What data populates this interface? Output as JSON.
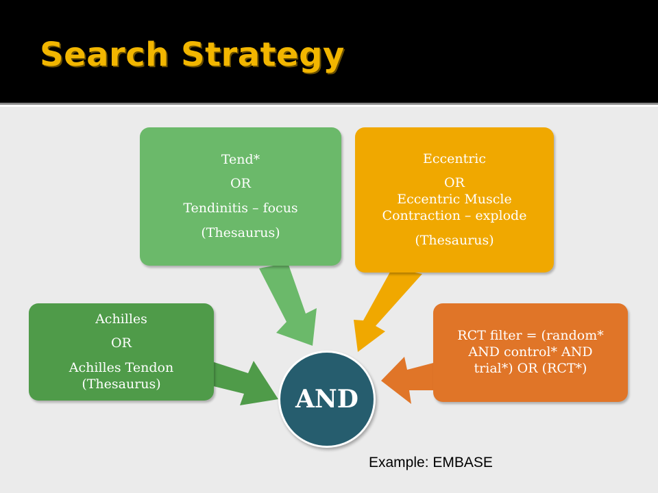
{
  "slide": {
    "title": "Search Strategy",
    "footnote": "Example: EMBASE"
  },
  "diagram": {
    "center_label": "AND",
    "nodes": [
      {
        "id": "achilles",
        "lines": [
          "Achilles",
          "OR",
          "Achilles Tendon",
          "(Thesaurus)"
        ],
        "color": "#4f9b49"
      },
      {
        "id": "tend",
        "lines": [
          "Tend*",
          "OR",
          "Tendinitis – focus",
          "(Thesaurus)"
        ],
        "color": "#6bb96a"
      },
      {
        "id": "eccentric",
        "lines": [
          "Eccentric",
          "OR",
          "Eccentric Muscle",
          "Contraction – explode",
          "(Thesaurus)"
        ],
        "color": "#f0a800"
      },
      {
        "id": "rct",
        "lines": [
          "RCT filter = (random*",
          "AND control* AND",
          "trial*) OR (RCT*)"
        ],
        "color": "#e07528"
      }
    ],
    "center_color": "#265d6e"
  },
  "colors": {
    "title": "#f2b600",
    "title_bar": "#000000",
    "background": "#ebebeb"
  }
}
